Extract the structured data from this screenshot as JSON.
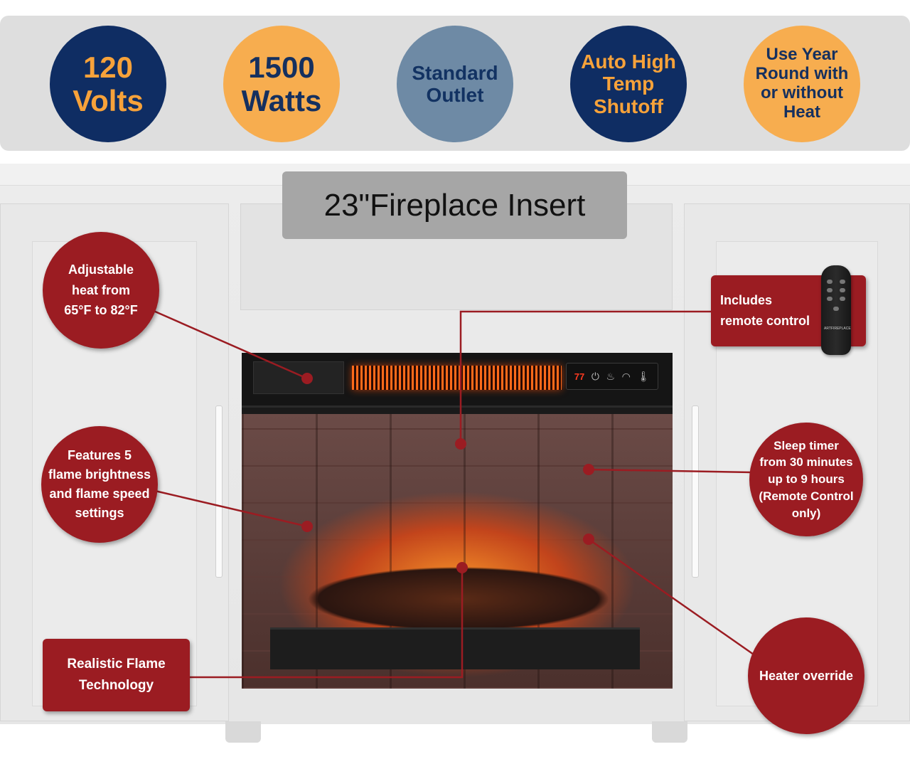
{
  "badges": [
    {
      "text": "120\nVolts",
      "bg": "#0f2d63",
      "fg": "#f7a23a"
    },
    {
      "text": "1500\nWatts",
      "bg": "#f7ad4f",
      "fg": "#15305f"
    },
    {
      "text": "Standard\nOutlet",
      "bg": "#6e8aa5",
      "fg": "#123262"
    },
    {
      "text": "Auto High\nTemp\nShutoff",
      "bg": "#0f2d63",
      "fg": "#f7a23a"
    },
    {
      "text": "Use Year\nRound with\nor without\nHeat",
      "bg": "#f7ad4f",
      "fg": "#15305f"
    }
  ],
  "title": "23\"Fireplace Insert",
  "fireplace_panel": {
    "display": "77",
    "icons": [
      "power-icon",
      "flame-icon",
      "gauge-icon",
      "thermometer-icon"
    ]
  },
  "callouts": {
    "heat": "Adjustable\nheat from\n65°F to 82°F",
    "flame_settings": "Features 5\nflame brightness\nand flame speed\nsettings",
    "realistic": "Realistic Flame\nTechnology",
    "remote": "Includes\nremote control",
    "sleep_timer": "Sleep timer\nfrom 30 minutes\nup to 9 hours\n(Remote Control\nonly)",
    "heater_override": "Heater override"
  },
  "remote_brand": "ARTFIREPLACE",
  "colors": {
    "callout": "#9b1c22",
    "navy": "#0f2d63",
    "orange": "#f7ad4f",
    "steel": "#6e8aa5",
    "title_bg": "#a6a6a6"
  }
}
